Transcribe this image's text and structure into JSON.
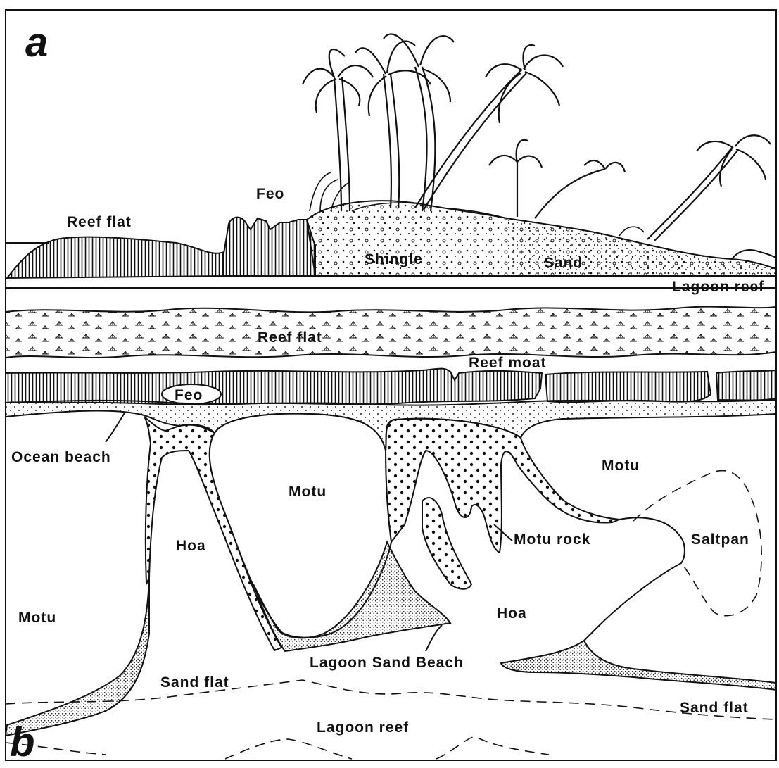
{
  "panels": {
    "a": {
      "letter": "a",
      "labels": {
        "reef_flat": "Reef flat",
        "feo": "Feo",
        "shingle": "Shingle",
        "sand": "Sand",
        "lagoon_reef": "Lagoon reef"
      }
    },
    "b": {
      "letter": "b",
      "labels": {
        "reef_flat": "Reef flat",
        "reef_moat": "Reef moat",
        "feo": "Feo",
        "ocean_beach": "Ocean beach",
        "motu_center": "Motu",
        "motu_right": "Motu",
        "motu_left": "Motu",
        "hoa_left": "Hoa",
        "hoa_right": "Hoa",
        "motu_rock": "Motu rock",
        "saltpan": "Saltpan",
        "lagoon_sand_beach": "Lagoon Sand Beach",
        "sand_flat_left": "Sand flat",
        "sand_flat_right": "Sand flat",
        "lagoon_reef": "Lagoon reef"
      }
    }
  }
}
